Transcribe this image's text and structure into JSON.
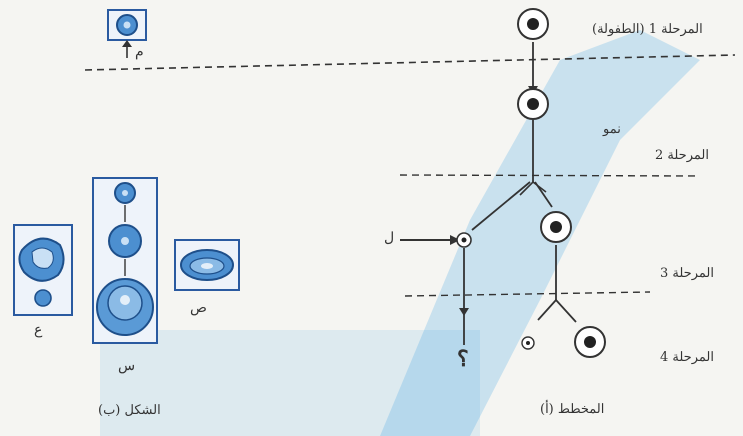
{
  "stages": {
    "stage1": "المرحلة 1 (الطفولة)",
    "stage2": "المرحلة 2",
    "stage3": "المرحلة 3",
    "stage4": "المرحلة 4"
  },
  "growth_label": "نمو",
  "arrow_label_l": "ل",
  "question_mark": "؟",
  "label_m": "م",
  "letters": {
    "s": "س",
    "sad": "ص",
    "ain": "ع"
  },
  "captions": {
    "scheme_a": "المخطط (أ)",
    "figure_b": "الشكل (ب)"
  },
  "colors": {
    "watermark": "#2e9be0",
    "frame": "#2a5aa0",
    "cell_fill": "#4c8fd0",
    "line": "#333333"
  }
}
